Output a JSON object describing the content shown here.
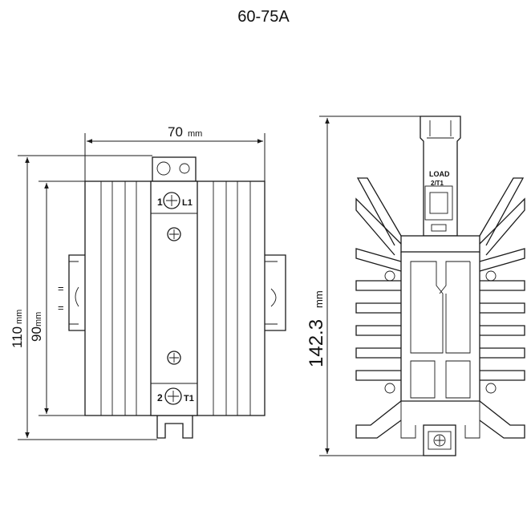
{
  "title": "60-75A",
  "front_view": {
    "width_value": "70",
    "width_unit": "mm",
    "height_outer_value": "110",
    "height_outer_unit": "mm",
    "height_inner_value": "90",
    "height_inner_unit": "mm",
    "terminal_top_num": "1",
    "terminal_top_label": "L1",
    "terminal_bottom_num": "2",
    "terminal_bottom_label": "T1"
  },
  "side_view": {
    "height_value": "142.3",
    "height_unit": "mm",
    "load_label_1": "LOAD",
    "load_label_2": "2/T1"
  }
}
